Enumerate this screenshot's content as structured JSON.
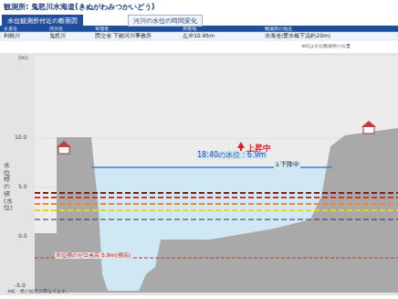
{
  "diagram": {
    "title": "観測所: 鬼怒川水海道(きぬがわみつかいどう)",
    "nodes": [
      {
        "text": [
          "水位観測所付近の断面図"
        ]
      },
      {
        "text": [
          "河川の水位の時間変化"
        ]
      }
    ],
    "labels": [
      "水系名",
      "河川名",
      "管理者",
      "所在地",
      "観測所の地点",
      "利根川",
      "鬼怒川",
      "国交省 下館河川事務所",
      "左岸10.95m",
      "水海道(豊水橋下流約20m)",
      "※印は水位観測所の位置",
      "(m)",
      "10.0",
      "5.0",
      "0.0",
      "-5.0",
      "18:40の水位 : 6.9m",
      "↓下降中",
      "上昇中",
      "水位標のゼロ点高 5.9m(標高)",
      "水位標の値(水位)",
      "※縦・横の縮尺が異なります。"
    ]
  }
}
